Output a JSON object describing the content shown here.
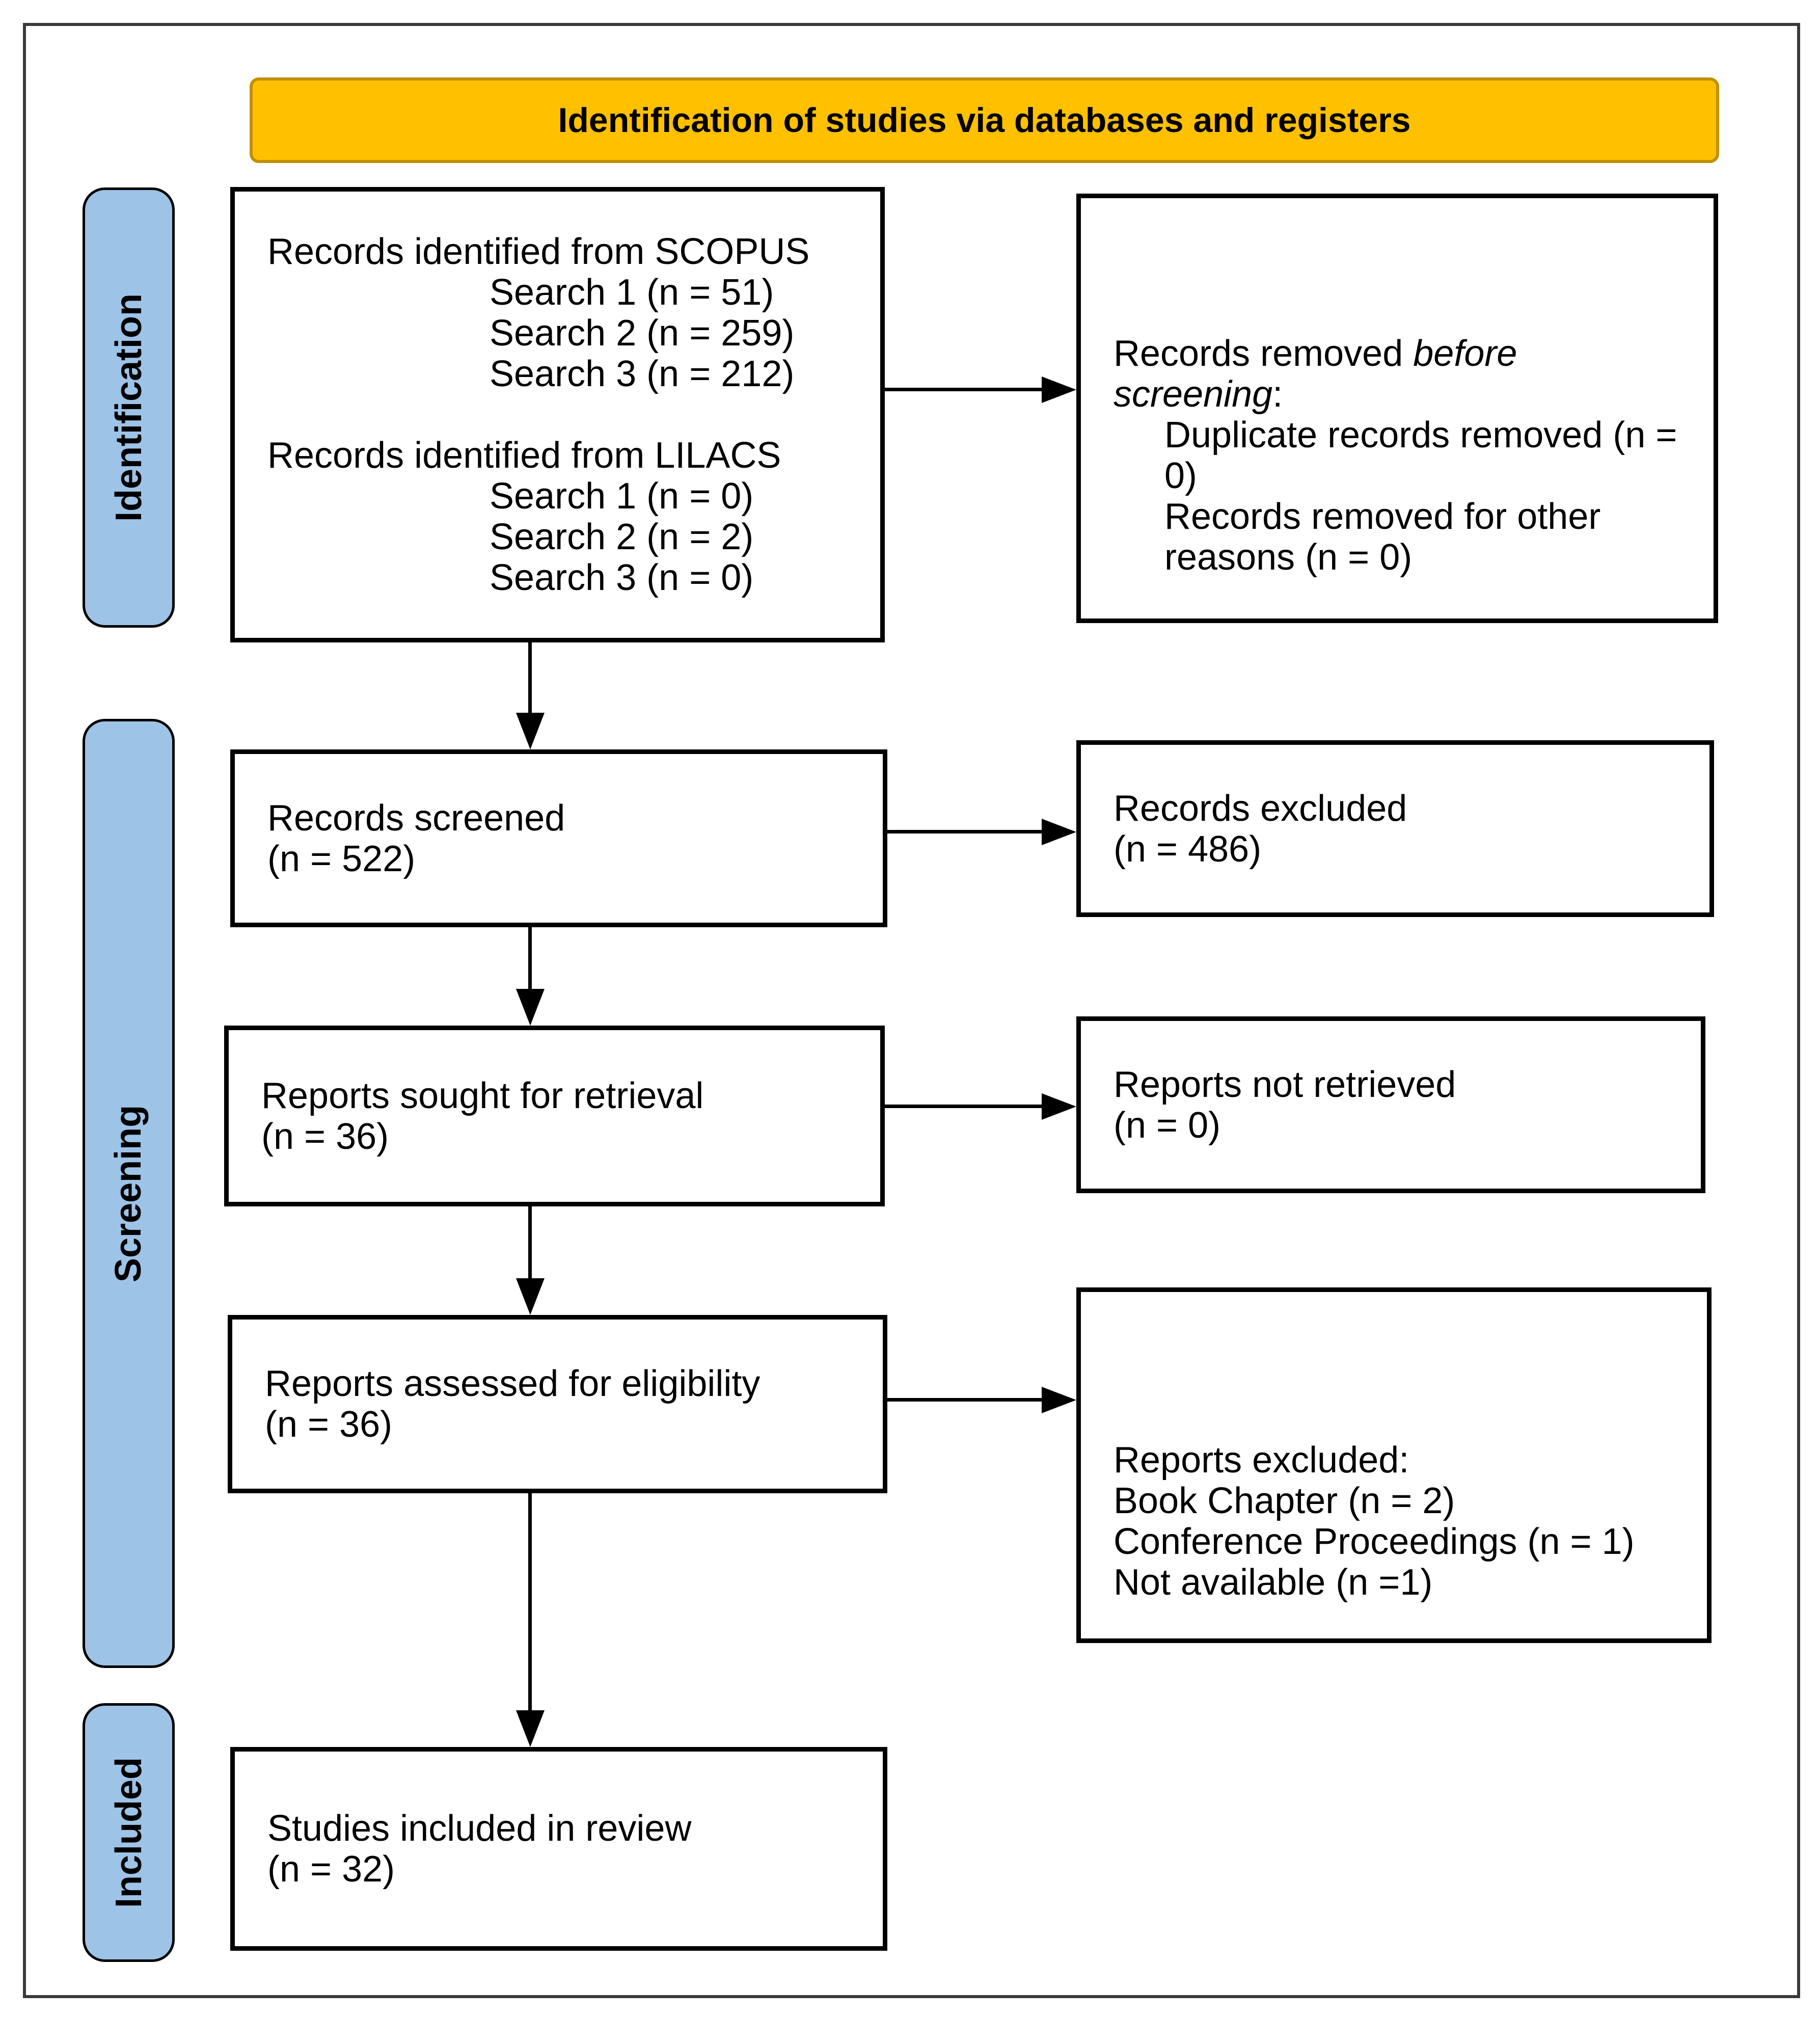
{
  "banner": {
    "title": "Identification of studies via databases and registers",
    "bg_color": "#FFC000",
    "border_color": "#BF9000"
  },
  "stages": {
    "bg_color": "#9DC3E6",
    "identification": "Identification",
    "screening": "Screening",
    "included": "Included"
  },
  "boxes": {
    "identified": {
      "scopus_header": "Records identified from SCOPUS",
      "scopus_searches": [
        "Search 1 (n = 51)",
        "Search 2 (n = 259)",
        "Search 3 (n = 212)"
      ],
      "lilacs_header": "Records identified from LILACS",
      "lilacs_searches": [
        "Search 1 (n = 0)",
        "Search 2 (n = 2)",
        "Search 3 (n = 0)"
      ]
    },
    "removed_before_screening": {
      "intro_prefix": "Records removed ",
      "intro_italic": "before screening",
      "intro_suffix": ":",
      "items": [
        "Duplicate records removed (n = 0)",
        "Records removed for other reasons (n = 0)"
      ]
    },
    "screened": {
      "line1": "Records screened",
      "line2": "(n = 522)"
    },
    "records_excluded": {
      "line1": "Records excluded",
      "line2": "(n = 486)"
    },
    "sought": {
      "line1": "Reports sought for retrieval",
      "line2": "(n = 36)"
    },
    "not_retrieved": {
      "line1": "Reports not retrieved",
      "line2": "(n = 0)"
    },
    "assessed": {
      "line1": "Reports assessed for eligibility",
      "line2": "(n = 36)"
    },
    "reports_excluded": {
      "header": "Reports excluded:",
      "items": [
        "Book Chapter (n = 2)",
        "Conference Proceedings (n = 1)",
        "Not available (n =1)"
      ]
    },
    "included_review": {
      "line1": "Studies included in review",
      "line2": "(n = 32)"
    }
  }
}
